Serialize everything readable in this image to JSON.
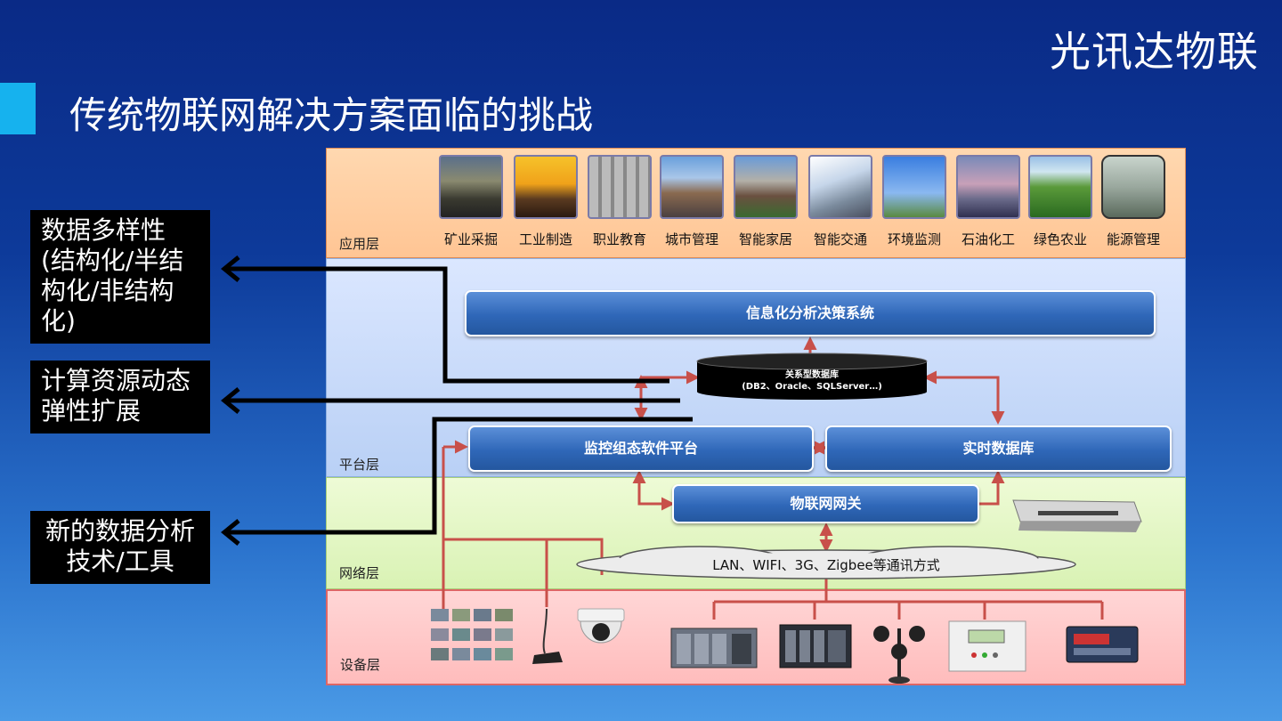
{
  "brand": "光讯达物联",
  "title": "传统物联网解决方案面临的挑战",
  "callouts": {
    "diversity": "数据多样性\n(结构化/半结\n构化/非结构\n化)",
    "elastic": "计算资源动态\n弹性扩展",
    "analytics": "新的数据分析\n技术/工具"
  },
  "layers": {
    "app": "应用层",
    "platform": "平台层",
    "network": "网络层",
    "device": "设备层"
  },
  "apps": [
    {
      "label": "矿业采掘",
      "icon": "mining-photo"
    },
    {
      "label": "工业制造",
      "icon": "factory-photo"
    },
    {
      "label": "职业教育",
      "icon": "control-panel-photo"
    },
    {
      "label": "城市管理",
      "icon": "city-photo"
    },
    {
      "label": "智能家居",
      "icon": "house-photo"
    },
    {
      "label": "智能交通",
      "icon": "highway-photo"
    },
    {
      "label": "环境监测",
      "icon": "wind-turbine-photo"
    },
    {
      "label": "石油化工",
      "icon": "refinery-photo"
    },
    {
      "label": "绿色农业",
      "icon": "farmland-photo"
    },
    {
      "label": "能源管理",
      "icon": "power-plant-photo"
    }
  ],
  "platform": {
    "decision": "信息化分析决策系统",
    "db_title": "关系型数据库",
    "db_detail": "(DB2、Oracle、SQLServer…)",
    "scada": "监控组态软件平台",
    "realtime": "实时数据库"
  },
  "network": {
    "gateway": "物联网网关",
    "cloud": "LAN、WIFI、3G、Zigbee等通讯方式"
  },
  "devices": [
    "video-wall-icon",
    "microphone-icon",
    "dome-camera-icon",
    "plc-icon",
    "io-module-icon",
    "anemometer-icon",
    "meter-icon",
    "controller-icon"
  ],
  "colors": {
    "connector": "#c8504a",
    "box": "#2f67b8",
    "accent": "#16b2ee"
  }
}
